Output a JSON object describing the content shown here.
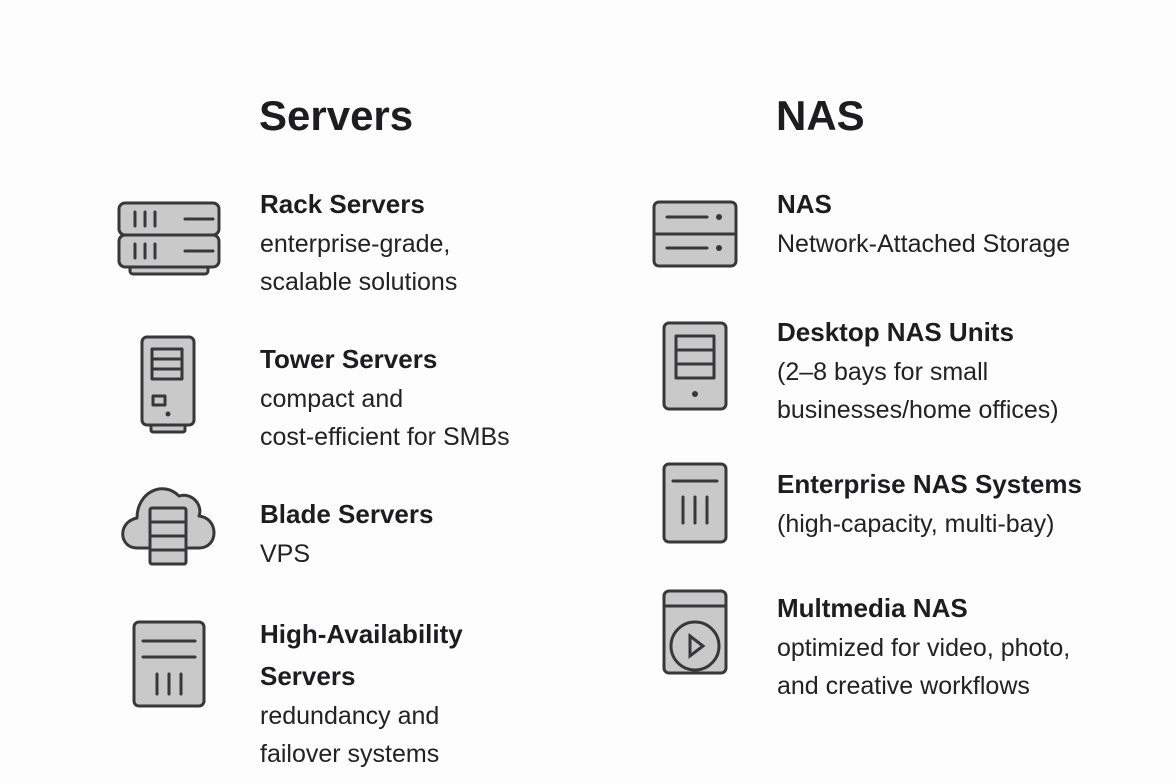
{
  "columns": [
    {
      "heading": "Servers",
      "items": [
        {
          "title": "Rack Servers",
          "description": "enterprise-grade,\nscalable solutions",
          "icon": "rack-server-icon"
        },
        {
          "title": "Tower Servers",
          "description": "compact and\ncost-efficient for SMBs",
          "icon": "tower-server-icon"
        },
        {
          "title": "Blade Servers",
          "description": "VPS",
          "icon": "cloud-server-icon"
        },
        {
          "title": "High-Availability\nServers",
          "description": "redundancy and\nfailover systems",
          "icon": "ha-server-icon"
        }
      ]
    },
    {
      "heading": "NAS",
      "items": [
        {
          "title": "NAS",
          "description": "Network-Attached Storage",
          "icon": "nas-icon"
        },
        {
          "title": "Desktop NAS Units",
          "description": "(2–8 bays for small\nbusinesses/home offices)",
          "icon": "desktop-nas-icon"
        },
        {
          "title": "Enterprise NAS Systems",
          "description": "(high-capacity, multi-bay)",
          "icon": "enterprise-nas-icon"
        },
        {
          "title": "Multmedia NAS",
          "description": "optimized for video, photo,\nand creative workflows",
          "icon": "multimedia-nas-icon"
        }
      ]
    }
  ]
}
